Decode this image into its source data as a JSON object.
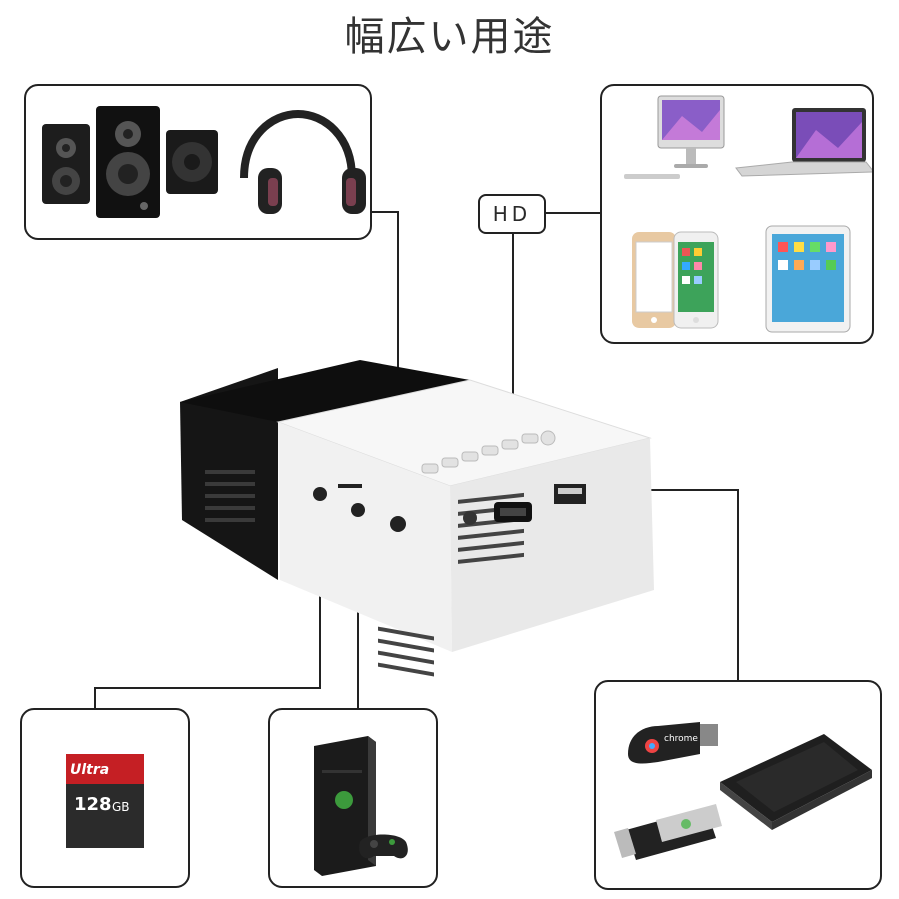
{
  "title": "幅広い用途",
  "port_label": "HD",
  "sd_card": {
    "brand": "Ultra",
    "capacity": "128",
    "unit": "GB"
  },
  "chromecast_text": "chrome"
}
